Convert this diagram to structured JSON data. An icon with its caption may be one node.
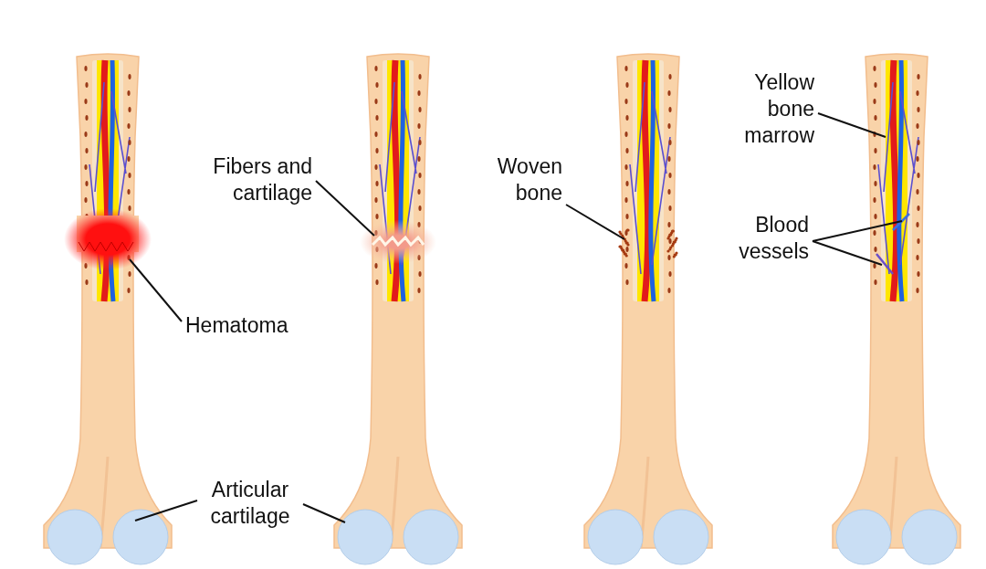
{
  "diagram": {
    "nodes": [
      {
        "text": [
          "Yellow bone marrow"
        ]
      },
      {
        "text": [
          "Fibers and cartilage"
        ]
      },
      {
        "text": [
          "Woven bone"
        ]
      },
      {
        "text": [
          "Blood vessels"
        ]
      },
      {
        "text": [
          "Hematoma"
        ]
      },
      {
        "text": [
          "Articular cartilage"
        ]
      },
      {
        "text": [],
        "shape": "bar"
      },
      {
        "text": [],
        "shape": "picture"
      },
      {
        "text": [],
        "shape": "picture"
      },
      {
        "text": [],
        "shape": "picture"
      },
      {
        "text": [],
        "shape": "picture"
      },
      {
        "text": [],
        "shape": "picture"
      },
      {
        "text": [],
        "shape": "circle"
      },
      {
        "text": [],
        "shape": "circle"
      }
    ],
    "edges": [
      {
        "from": 0,
        "to": 6,
        "arrow": "none"
      },
      {
        "from": 1,
        "to": 7,
        "arrow": "none"
      },
      {
        "from": 2,
        "to": 8,
        "arrow": "none"
      },
      {
        "from": 3,
        "to": 9,
        "arrow": "none"
      },
      {
        "from": 3,
        "to": 10,
        "arrow": "none"
      },
      {
        "from": 4,
        "to": 11,
        "arrow": "none"
      },
      {
        "from": 5,
        "to": 12,
        "arrow": "none"
      },
      {
        "from": 5,
        "to": 13,
        "arrow": "none"
      }
    ]
  }
}
